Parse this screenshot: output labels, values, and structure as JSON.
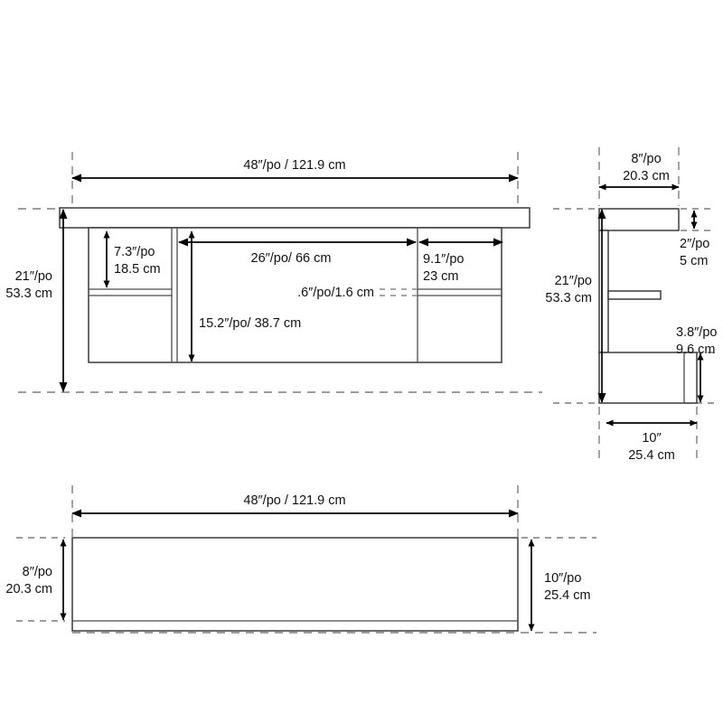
{
  "drawing": {
    "title": "Furniture dimension drawing",
    "units_note": "inches (po) and centimeters",
    "line_color": "#1a1a1a",
    "dash_color": "#7d7d7d",
    "background": "#ffffff"
  },
  "front_view": {
    "name": "front-elevation",
    "width_label": "48″/po / 121.9 cm",
    "height_label_line1": "21″/po",
    "height_label_line2": "53.3 cm",
    "left_compartment_line1": "7.3″/po",
    "left_compartment_line2": "18.5 cm",
    "center_opening_label": "26″/po/ 66 cm",
    "right_compartment_line1": "9.1″/po",
    "right_compartment_line2": "23 cm",
    "shelf_thickness_label": ".6″/po/1.6 cm",
    "center_height_label": "15.2″/po/ 38.7 cm"
  },
  "side_view": {
    "name": "side-elevation",
    "depth_label_line1": "8″/po",
    "depth_label_line2": "20.3 cm",
    "height_label_line1": "21″/po",
    "height_label_line2": "53.3 cm",
    "top_thickness_line1": "2″/po",
    "top_thickness_line2": "5 cm",
    "base_height_line1": "3.8″/po",
    "base_height_line2": "9.6 cm",
    "base_depth_line1": "10″",
    "base_depth_line2": "25.4 cm"
  },
  "top_view": {
    "name": "top-plan-view",
    "width_label": "48″/po / 121.9 cm",
    "left_depth_line1": "8″/po",
    "left_depth_line2": "20.3 cm",
    "right_depth_line1": "10″/po",
    "right_depth_line2": "25.4 cm"
  }
}
